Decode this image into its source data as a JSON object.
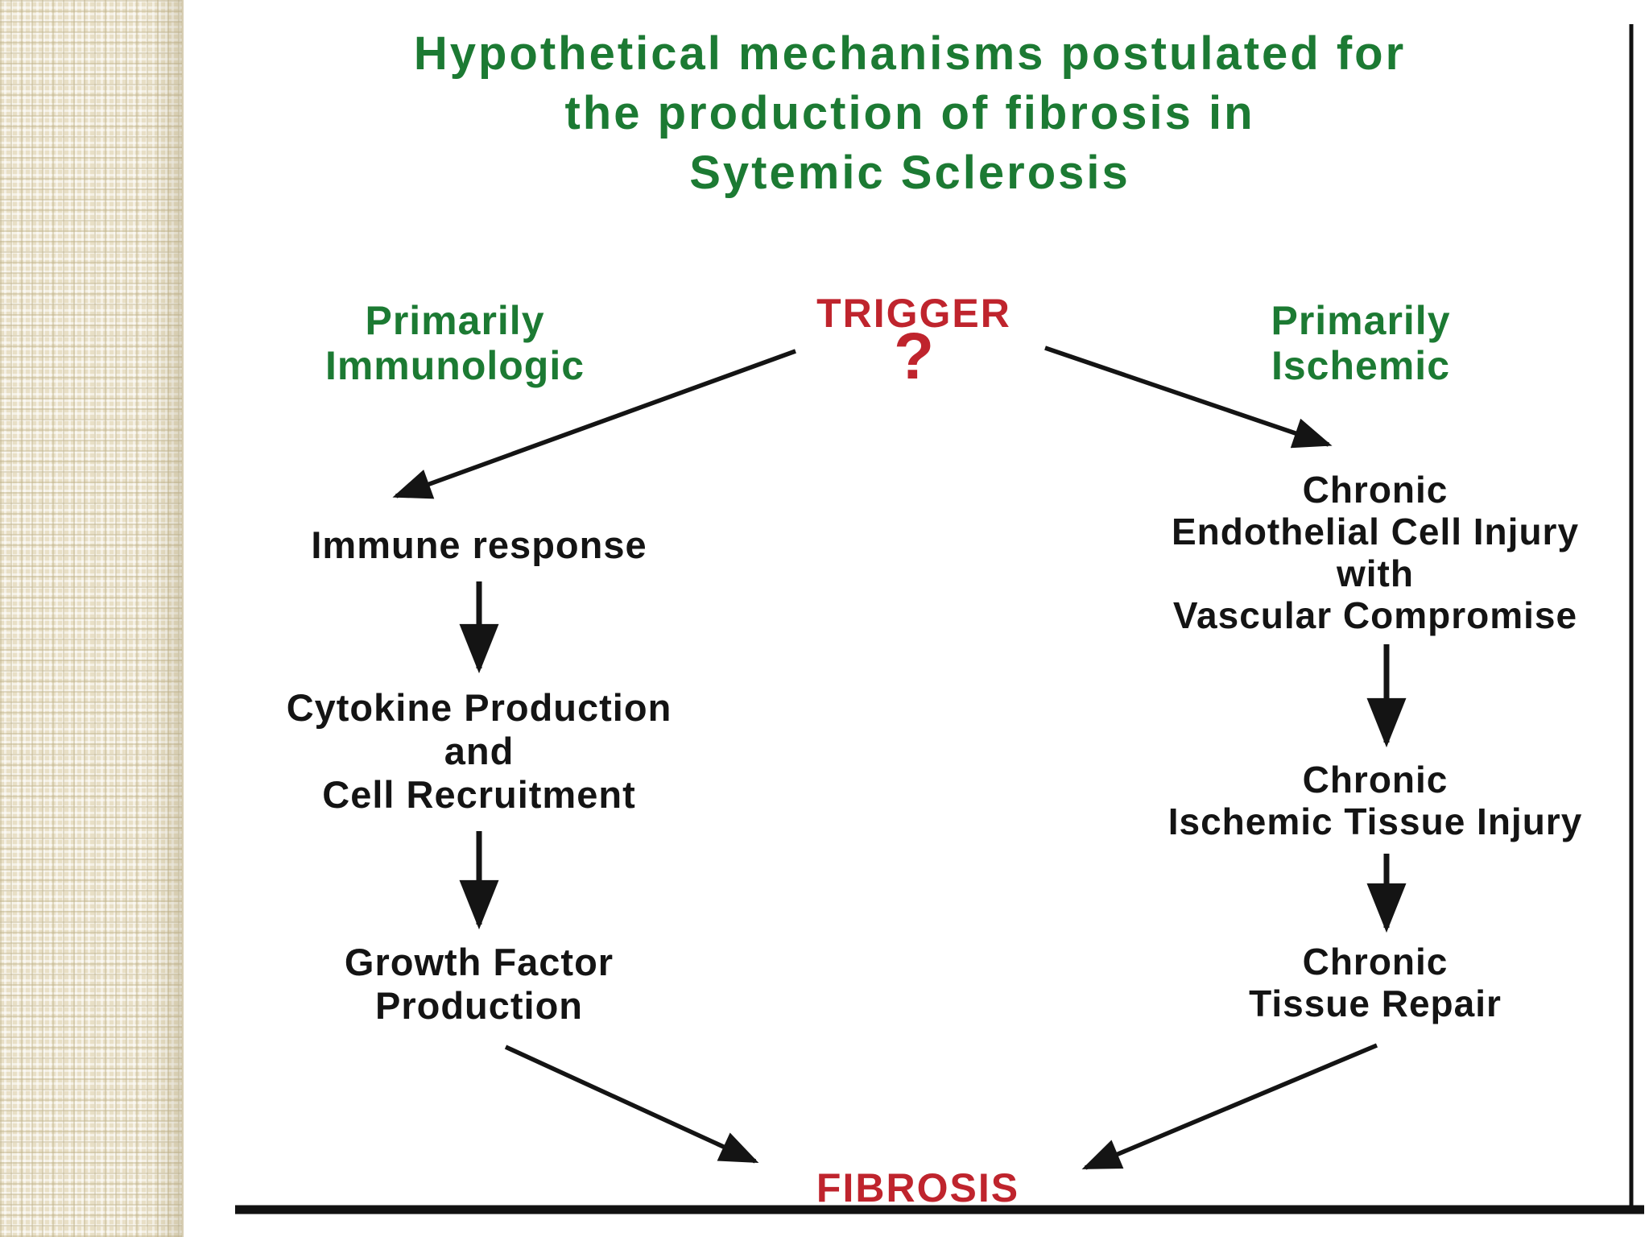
{
  "colors": {
    "green": "#1c7a33",
    "red": "#bf242d",
    "ink": "#141414",
    "sidebar": "#e8dfc6",
    "paper": "#ffffff"
  },
  "slide": {
    "title": "Hypothetical mechanisms postulated for\nthe production of fibrosis in\nSytemic Sclerosis",
    "trigger": {
      "label": "TRIGGER",
      "question_mark": "?"
    },
    "branches": {
      "left_label": "Primarily\nImmunologic",
      "right_label": "Primarily\nIschemic"
    },
    "left_path": [
      "Immune response",
      "Cytokine Production\nand\nCell Recruitment",
      "Growth Factor\nProduction"
    ],
    "right_path": [
      "Chronic\nEndothelial Cell Injury\nwith\nVascular Compromise",
      "Chronic\nIschemic Tissue Injury",
      "Chronic\nTissue Repair"
    ],
    "outcome": "FIBROSIS"
  }
}
